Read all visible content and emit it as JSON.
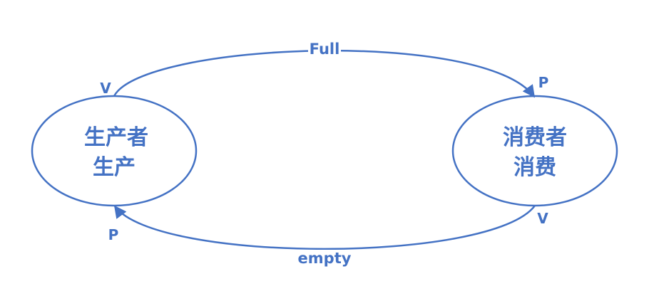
{
  "colors": {
    "stroke": "#4472c4",
    "text": "#4472c4",
    "background": "#ffffff"
  },
  "nodes": {
    "producer": {
      "line1": "生产者",
      "line2": "生产"
    },
    "consumer": {
      "line1": "消费者",
      "line2": "消费"
    }
  },
  "edges": {
    "top": {
      "label": "Full",
      "start_op": "V",
      "end_op": "P"
    },
    "bottom": {
      "label": "empty",
      "start_op": "V",
      "end_op": "P"
    }
  }
}
